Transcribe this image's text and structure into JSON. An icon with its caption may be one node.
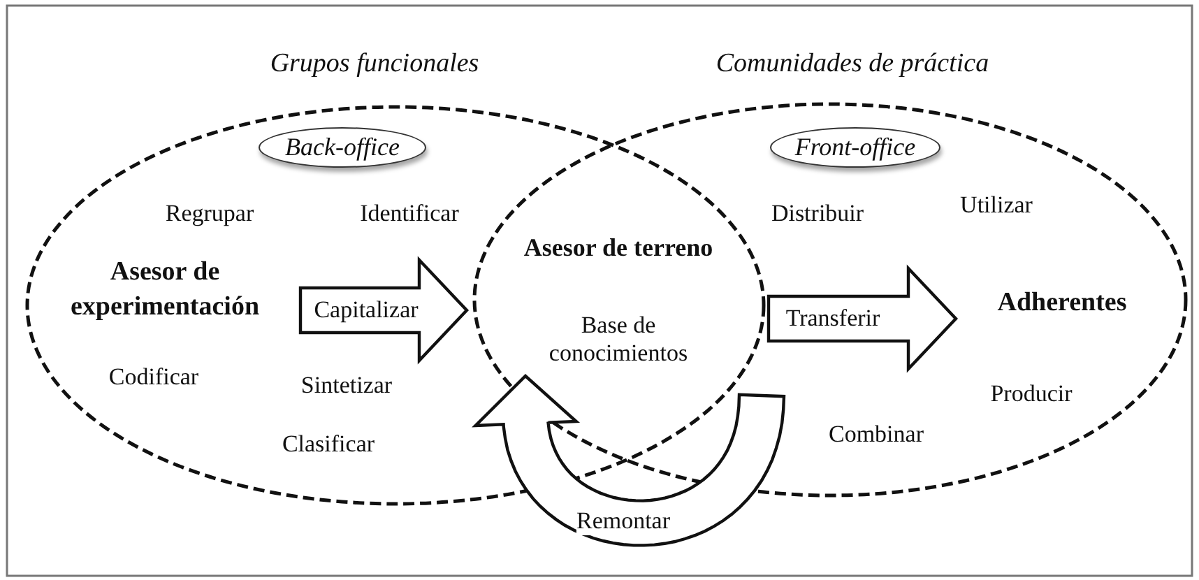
{
  "diagram": {
    "nodes": [
      {
        "text": [
          "Grupos funcionales"
        ]
      },
      {
        "text": [
          "Back-office"
        ],
        "in": 0
      },
      {
        "text": [
          "Asesor de experimentación"
        ],
        "in": 0
      },
      {
        "text": [
          "Comunidades de práctica"
        ]
      },
      {
        "text": [
          "Front-office"
        ],
        "in": 3
      },
      {
        "text": [
          "Adherentes"
        ],
        "in": 3
      },
      {
        "text": [
          "Asesor de terreno",
          "Base de conocimientos"
        ]
      }
    ],
    "edges": [
      {
        "from": 2,
        "to": 6,
        "arrow": "to",
        "label": "Capitalizar"
      },
      {
        "from": 6,
        "to": 5,
        "arrow": "to",
        "label": "Transferir"
      },
      {
        "from": null,
        "to": 6,
        "arrow": "to",
        "label": "Remontar"
      }
    ],
    "labels": [
      "Regrupar",
      "Identificar",
      "Distribuir",
      "Utilizar",
      "Codificar",
      "Sintetizar",
      "Producir",
      "Combinar",
      "Clasificar"
    ]
  }
}
